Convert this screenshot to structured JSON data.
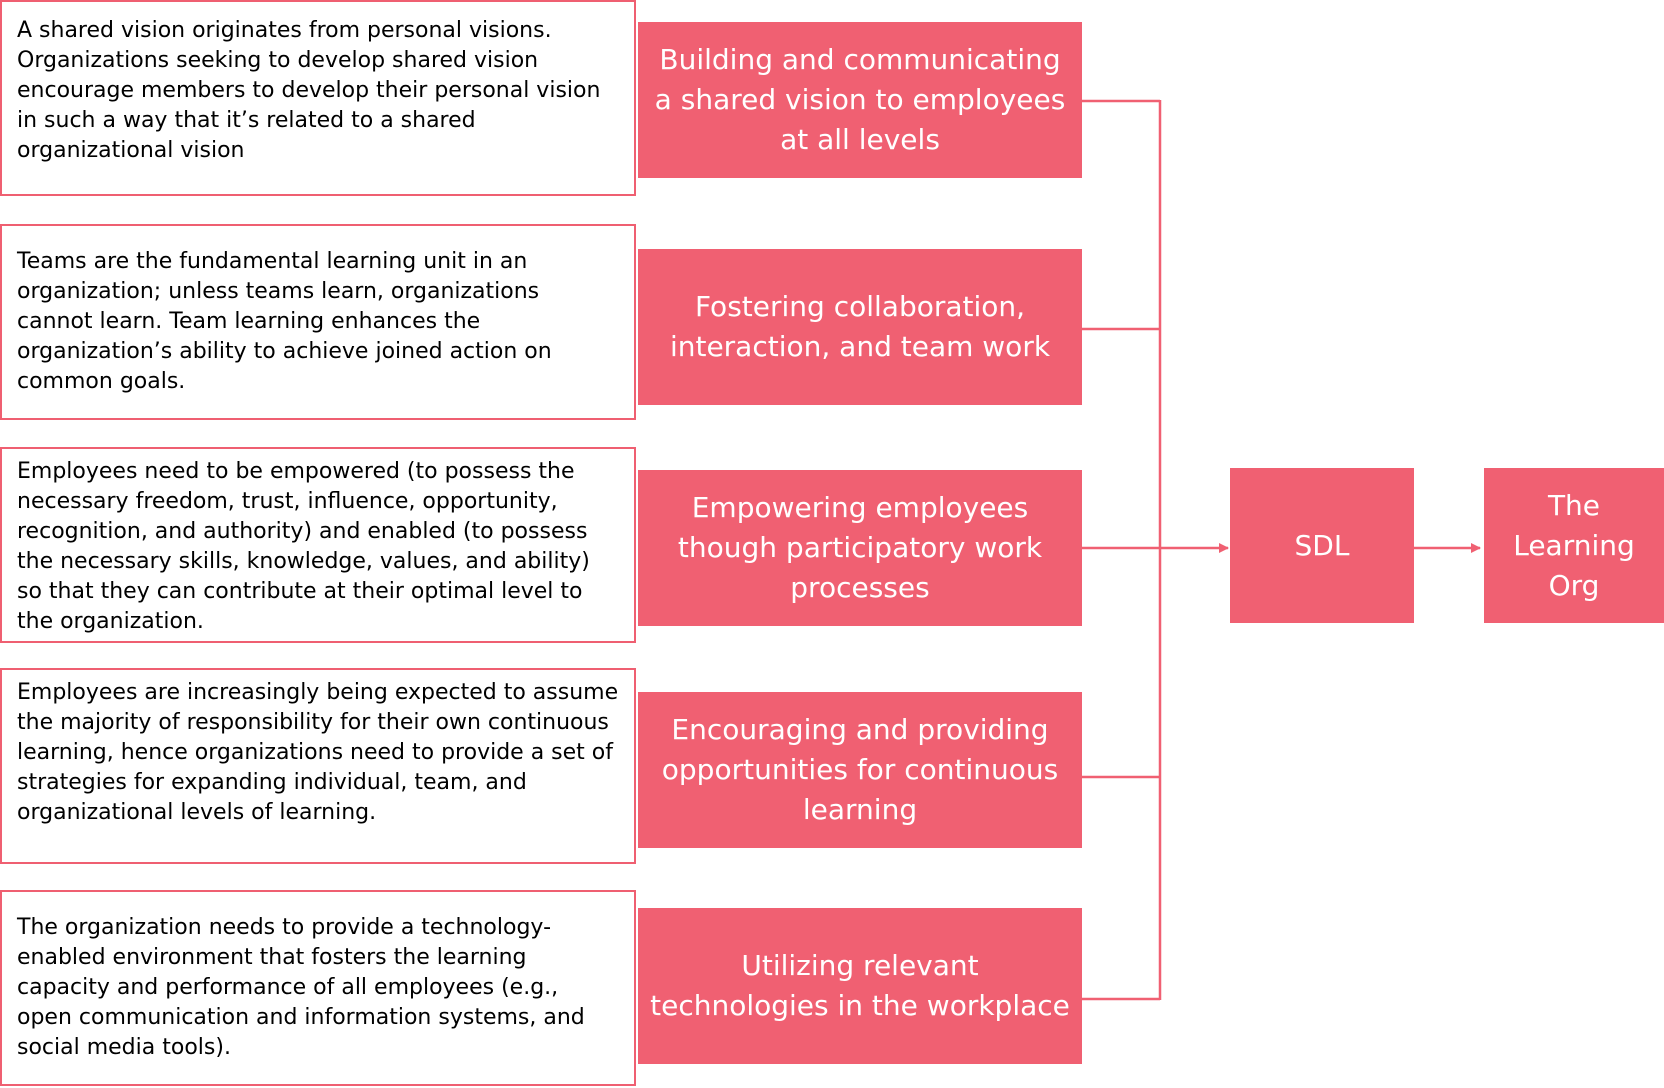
{
  "colors": {
    "accent": "#f06072",
    "border": "#ef5f71",
    "text_dark": "#000000",
    "text_light": "#ffffff"
  },
  "rows": [
    {
      "description": "A shared vision originates from personal visions. Organizations seeking to develop shared vision encourage members to develop their personal vision in such a way that it’s related to a shared organizational vision",
      "factor": "Building and communicating a shared vision to employees at all levels"
    },
    {
      "description": "Teams are the fundamental learning unit in an organization; unless teams learn, organizations cannot learn. Team learning enhances the organization’s ability to achieve joined action on common goals.",
      "factor": "Fostering collaboration, interaction, and team work"
    },
    {
      "description": "Employees need to be empowered (to possess the necessary freedom, trust, influence, opportunity, recognition, and authority) and enabled (to possess the necessary skills, knowledge, values, and ability) so that they can contribute at their optimal level to the organization.",
      "factor": "Empowering employees though participatory work processes"
    },
    {
      "description": "Employees are increasingly being expected to assume the majority of responsibility for their own continuous learning, hence organizations need to provide a set of strategies for expanding individual, team, and organizational levels of learning.",
      "factor": "Encouraging and providing opportunities for continuous learning"
    },
    {
      "description": "The organization needs to provide a technology-enabled environment that fosters the learning capacity and performance of all employees (e.g., open communication and information systems, and social media tools).",
      "factor": "Utilizing relevant technologies in the workplace"
    }
  ],
  "sdl": {
    "label": "SDL"
  },
  "outcome": {
    "label": "The Learning Org"
  }
}
